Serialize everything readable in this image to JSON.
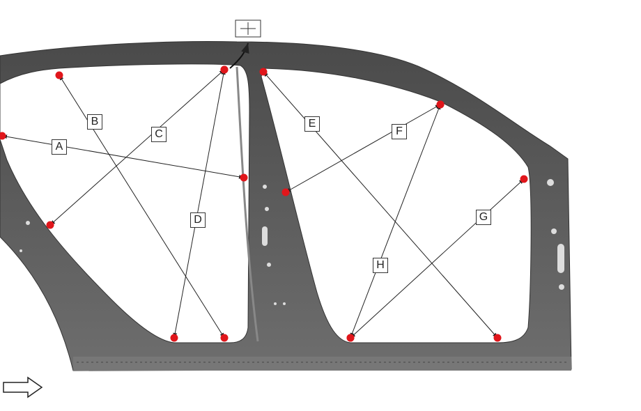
{
  "diagram": {
    "measurements": [
      {
        "label": "A"
      },
      {
        "label": "B"
      },
      {
        "label": "C"
      },
      {
        "label": "D"
      },
      {
        "label": "E"
      },
      {
        "label": "F"
      },
      {
        "label": "G"
      },
      {
        "label": "H"
      }
    ],
    "symbols": {
      "front_indicator": "front-arrow-icon",
      "reference_mark": "plus-box-icon"
    },
    "colors": {
      "panel": "#5c5c5c",
      "point": "#e0161b",
      "line": "#222222"
    }
  }
}
